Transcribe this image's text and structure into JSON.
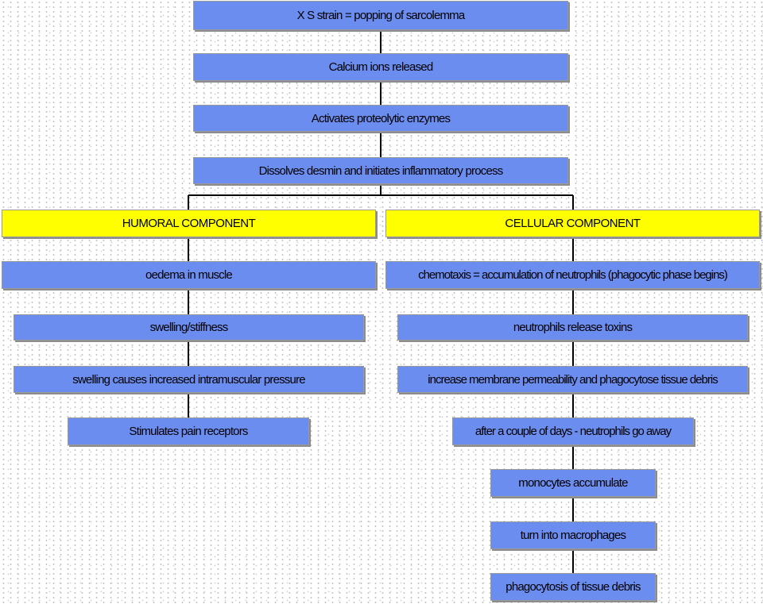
{
  "colors": {
    "process_box": "#6c8df0",
    "component_header": "#ffff00",
    "connector": "#000000",
    "background": "#ffffff"
  },
  "trunk": [
    "X S strain = popping of sarcolemma",
    "Calcium ions released",
    "Activates proteolytic enzymes",
    "Dissolves desmin and initiates inflammatory process"
  ],
  "humoral": {
    "header": "HUMORAL COMPONENT",
    "steps": [
      "oedema in muscle",
      "swelling/stiffness",
      "swelling causes increased intramuscular pressure",
      "Stimulates pain receptors"
    ]
  },
  "cellular": {
    "header": "CELLULAR COMPONENT",
    "steps": [
      "chemotaxis = accumulation of neutrophils (phagocytic phase begins)",
      "neutrophils release toxins",
      "increase membrane permeability and phagocytose tissue debris",
      "after a couple of days - neutrophils go away",
      "monocytes accumulate",
      "turn into macrophages",
      "phagocytosis of tissue debris"
    ]
  }
}
